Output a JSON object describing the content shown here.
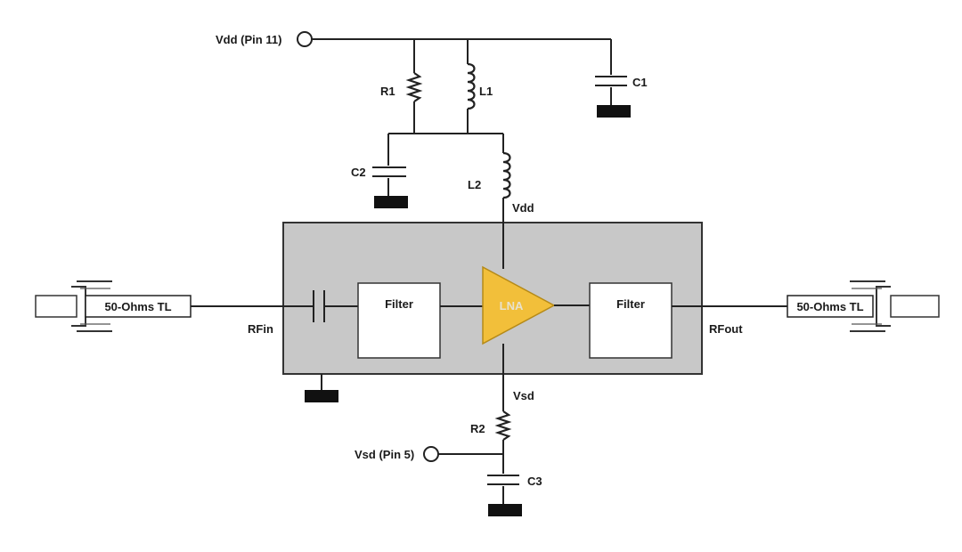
{
  "labels": {
    "vdd_pin": "Vdd (Pin 11)",
    "vsd_pin": "Vsd (Pin 5)",
    "r1": "R1",
    "l1": "L1",
    "c1": "C1",
    "c2": "C2",
    "l2": "L2",
    "vdd": "Vdd",
    "vsd": "Vsd",
    "r2": "R2",
    "c3": "C3",
    "rfin": "RFin",
    "rfout": "RFout",
    "tl_left": "50-Ohms TL",
    "tl_right": "50-Ohms TL",
    "filter_in": "Filter",
    "filter_out": "Filter",
    "lna": "LNA"
  },
  "colors": {
    "module_fill": "#c8c8c8",
    "lna_fill": "#f2bf3a",
    "lna_text": "#e7e2cf",
    "ground": "#111111",
    "wire": "#222222"
  }
}
